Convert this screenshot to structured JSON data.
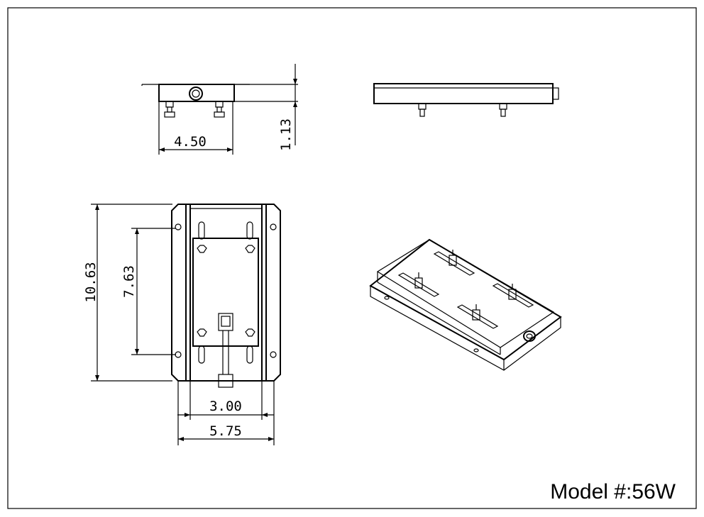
{
  "drawing": {
    "model_label": "Model #:56W",
    "dimensions": {
      "top_width": "4.50",
      "top_height": "1.13",
      "overall_length": "10.63",
      "slot_spacing": "7.63",
      "inner_width": "3.00",
      "overall_width": "5.75"
    },
    "colors": {
      "line": "#000000",
      "background": "#ffffff"
    }
  }
}
